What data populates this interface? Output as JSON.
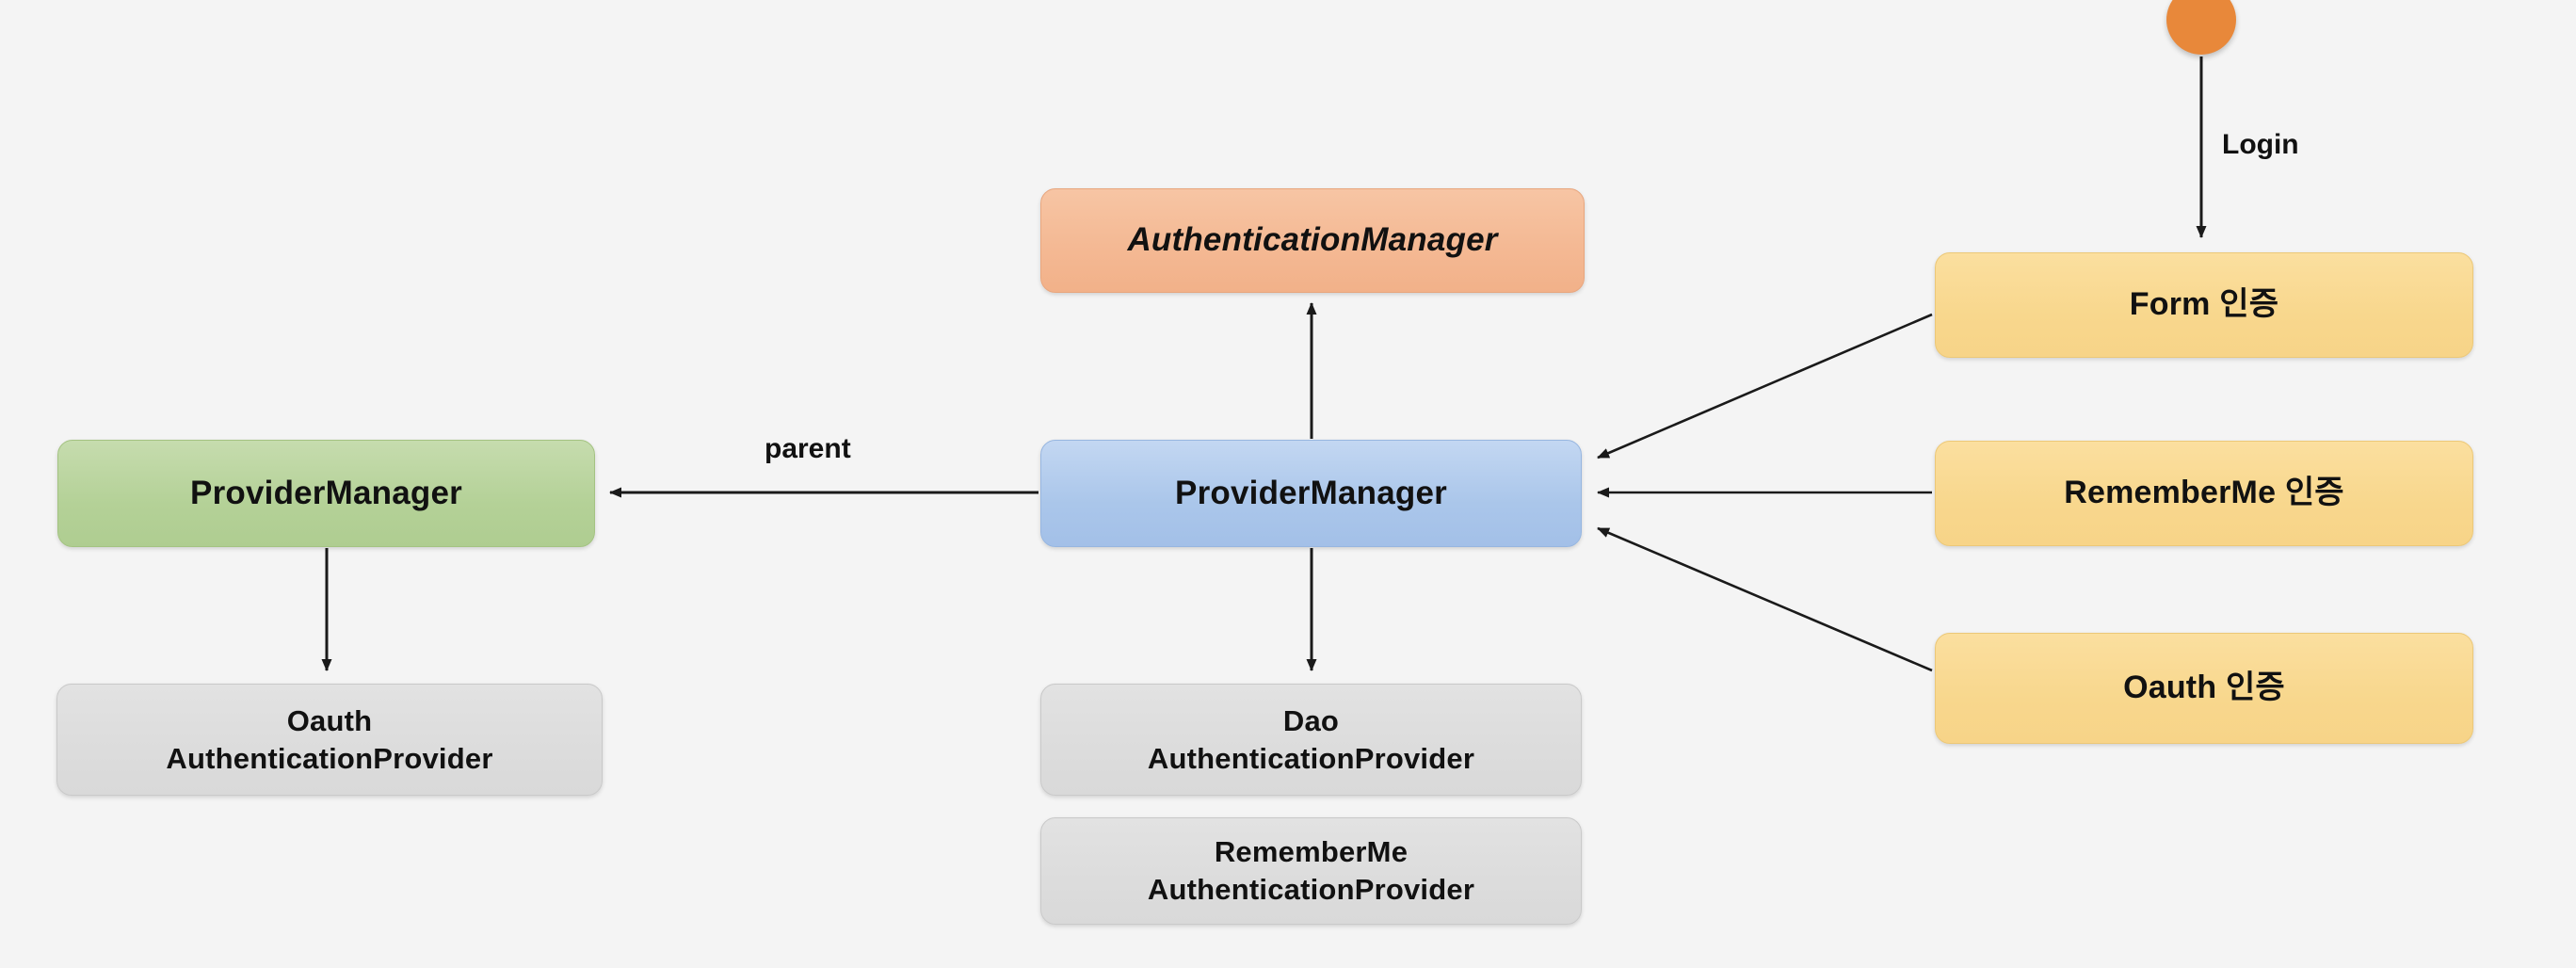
{
  "diagram": {
    "title": "Spring Security AuthenticationManager / ProviderManager structure",
    "background_color": "#f4f4f4",
    "actor": {
      "name": "user-actor",
      "color": "#e8883a"
    },
    "nodes": {
      "authentication_manager": "AuthenticationManager",
      "provider_manager_center": "ProviderManager",
      "provider_manager_parent": "ProviderManager",
      "oauth_authentication_provider_line1": "Oauth",
      "oauth_authentication_provider_line2": "AuthenticationProvider",
      "dao_authentication_provider_line1": "Dao",
      "dao_authentication_provider_line2": "AuthenticationProvider",
      "rememberme_authentication_provider_line1": "RememberMe",
      "rememberme_authentication_provider_line2": "AuthenticationProvider",
      "form_auth": "Form 인증",
      "rememberme_auth": "RememberMe 인증",
      "oauth_auth": "Oauth 인증"
    },
    "edge_labels": {
      "login": "Login",
      "parent": "parent"
    },
    "colors": {
      "authentication_manager": "#f2b189",
      "provider_manager": "#a3c0e8",
      "parent_provider_manager": "#afcd91",
      "provider": "#d9d9d9",
      "auth_entry": "#f7d488",
      "actor": "#e8883a",
      "edge": "#1a1a1a"
    }
  }
}
